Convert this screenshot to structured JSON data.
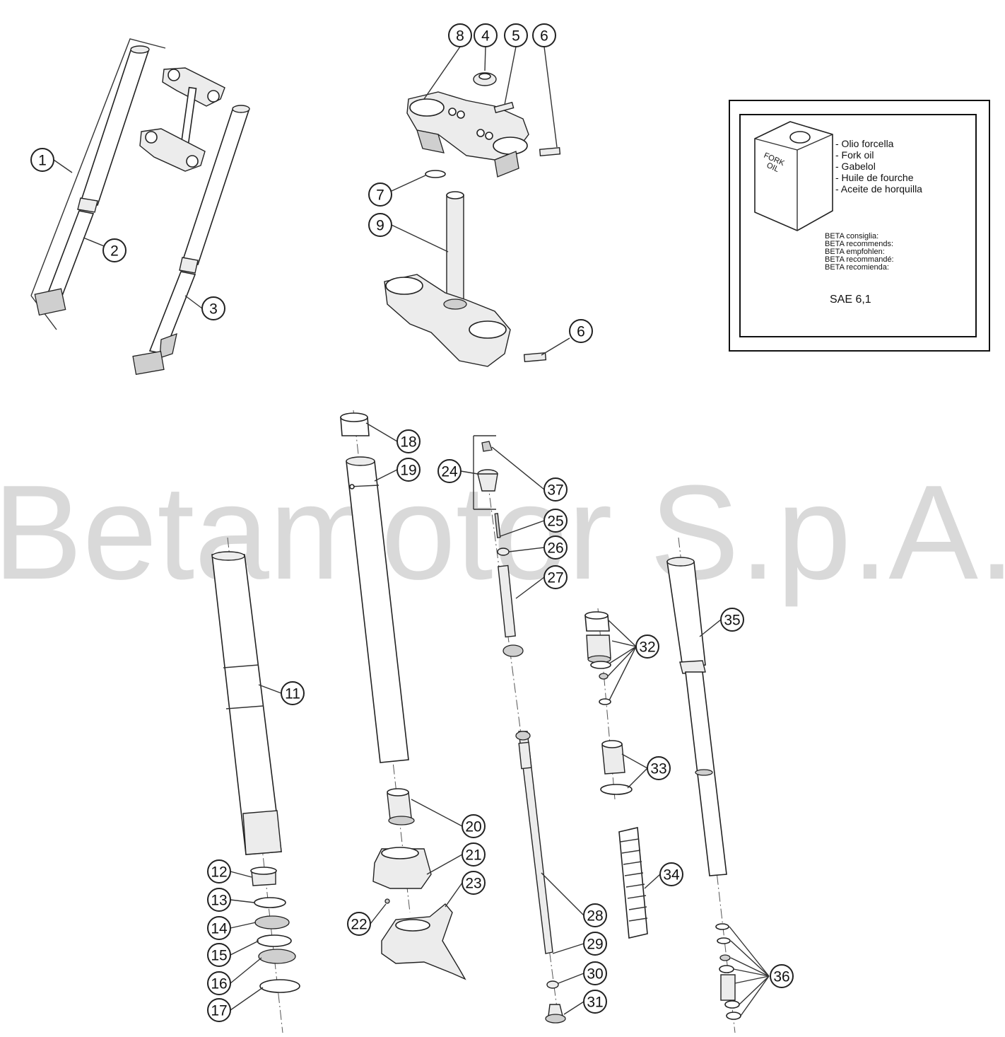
{
  "watermark": "Betamotor S.p.A.",
  "oil_box": {
    "can_label_line1": "FORK",
    "can_label_line2": "OIL",
    "names": [
      "- Olio forcella",
      "- Fork oil",
      "- Gabelol",
      "- Huile de fourche",
      "- Aceite de horquilla"
    ],
    "recommends": [
      "BETA consiglia:",
      "BETA recommends:",
      "BETA empfohlen:",
      "BETA recommandé:",
      "BETA recomienda:"
    ],
    "oil_grade": "SAE 6,1"
  },
  "callouts": [
    "1",
    "2",
    "3",
    "4",
    "5",
    "6",
    "6",
    "7",
    "8",
    "9",
    "11",
    "12",
    "13",
    "14",
    "15",
    "16",
    "17",
    "18",
    "19",
    "20",
    "21",
    "22",
    "23",
    "24",
    "25",
    "26",
    "27",
    "28",
    "29",
    "30",
    "31",
    "32",
    "33",
    "34",
    "35",
    "36",
    "37"
  ]
}
